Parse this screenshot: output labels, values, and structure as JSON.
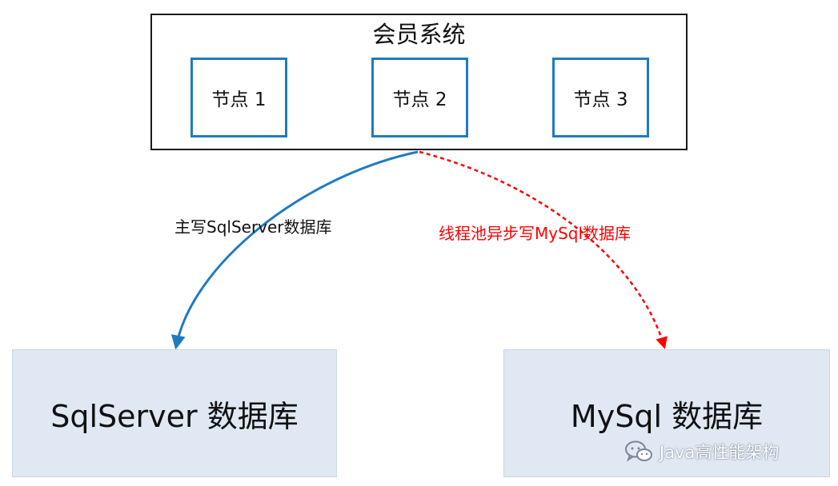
{
  "system": {
    "title": "会员系统",
    "nodes": [
      "节点 1",
      "节点 2",
      "节点 3"
    ]
  },
  "flows": {
    "main_write": {
      "label": "主写SqlServer数据库",
      "color": "#1f7bc1",
      "style": "solid"
    },
    "async_write": {
      "label": "线程池异步写MySql数据库",
      "color": "#ff0000",
      "style": "dashed"
    }
  },
  "databases": {
    "sqlserver": "SqlServer 数据库",
    "mysql": "MySql 数据库"
  },
  "watermark": {
    "text": "Java高性能架构",
    "icon": "wechat-icon"
  },
  "colors": {
    "node_border": "#1f7bc1",
    "db_fill": "#dfe8f3"
  }
}
